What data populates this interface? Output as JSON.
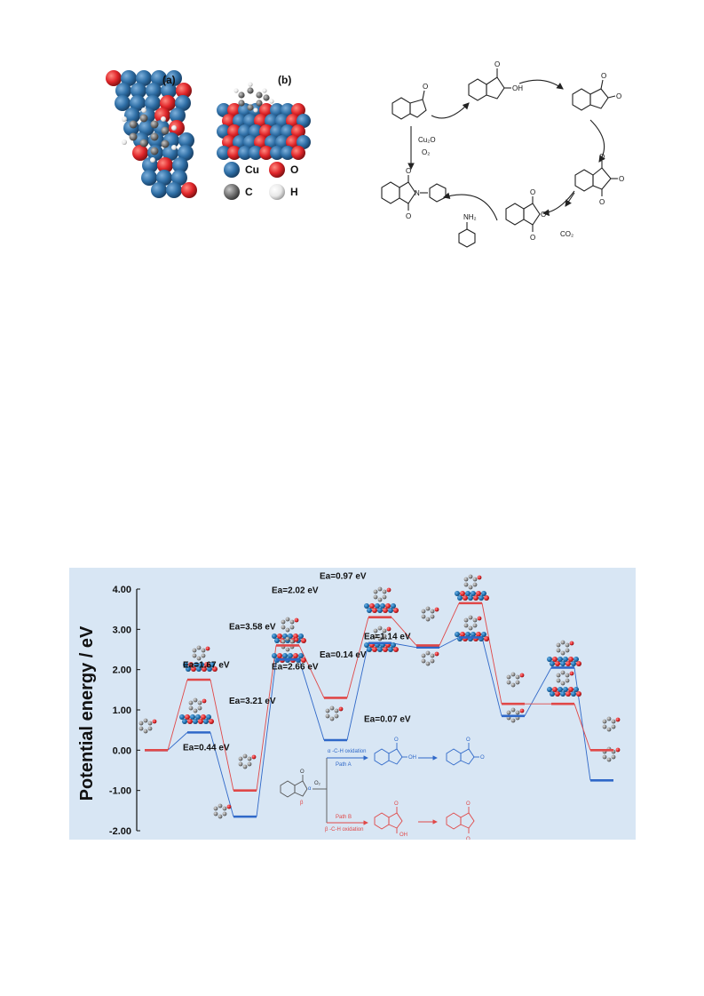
{
  "top_figure": {
    "panel_a": "(a)",
    "panel_b": "(b)",
    "legend": [
      {
        "label": "Cu",
        "color": "#2f6fa6"
      },
      {
        "label": "O",
        "color": "#e0262a"
      },
      {
        "label": "C",
        "color": "#6e6e6e"
      },
      {
        "label": "H",
        "color": "#f4f4f4"
      }
    ],
    "reaction": {
      "catalyst": "Cu₂O",
      "oxidant": "O₂",
      "hydroxyl": "OH",
      "amine": "NH₂",
      "byproduct": "CO₂",
      "carbonyl": "O",
      "nitrogen": "N"
    }
  },
  "energy_diagram": {
    "ylabel": "Potential energy / eV",
    "background": "#d8e6f4",
    "path_a_color": "#2f68c8",
    "path_b_color": "#e04848",
    "inset": {
      "oxidant": "O₂",
      "alpha": "α",
      "beta": "β",
      "path_a": "Path A",
      "path_a_desc": "α -C-H oxidation",
      "path_b": "Path B",
      "path_b_desc": "β -C-H oxidation",
      "hydroxyl": "OH",
      "carbonyl": "O"
    },
    "chart_data": {
      "type": "line",
      "ylabel": "Potential energy / eV",
      "ylim": [
        -2.0,
        4.0
      ],
      "yticks": [
        "4.00",
        "3.00",
        "2.00",
        "1.00",
        "0.00",
        "-1.00",
        "-2.00"
      ],
      "grid": false,
      "series": [
        {
          "name": "Path A",
          "levels": [
            0.0,
            0.44,
            -1.65,
            2.25,
            0.25,
            2.66,
            2.55,
            2.8,
            0.85,
            2.05,
            -0.75
          ]
        },
        {
          "name": "Path B",
          "levels": [
            0.0,
            1.75,
            -1.0,
            2.6,
            1.3,
            3.3,
            2.6,
            3.65,
            1.15,
            1.15,
            0.0
          ]
        }
      ],
      "annotations": [
        {
          "text": "Ea=1.67 eV",
          "x": 2,
          "y": 2.05
        },
        {
          "text": "Ea=0.44 eV",
          "x": 2,
          "y": 0.0
        },
        {
          "text": "Ea=3.58 eV",
          "x": 4,
          "y": 3.0
        },
        {
          "text": "Ea=3.21 eV",
          "x": 4,
          "y": 1.15
        },
        {
          "text": "Ea=2.02 eV",
          "x": 6,
          "y": 3.9
        },
        {
          "text": "Ea=2.66 eV",
          "x": 6,
          "y": 2.0
        },
        {
          "text": "Ea=0.97 eV",
          "x": 8,
          "y": 4.25
        },
        {
          "text": "Ea=0.14 eV",
          "x": 8,
          "y": 2.3
        },
        {
          "text": "Ea=1.14 eV",
          "x": 10,
          "y": 2.75
        },
        {
          "text": "Ea=0.07 eV",
          "x": 10,
          "y": 0.7
        }
      ]
    }
  }
}
